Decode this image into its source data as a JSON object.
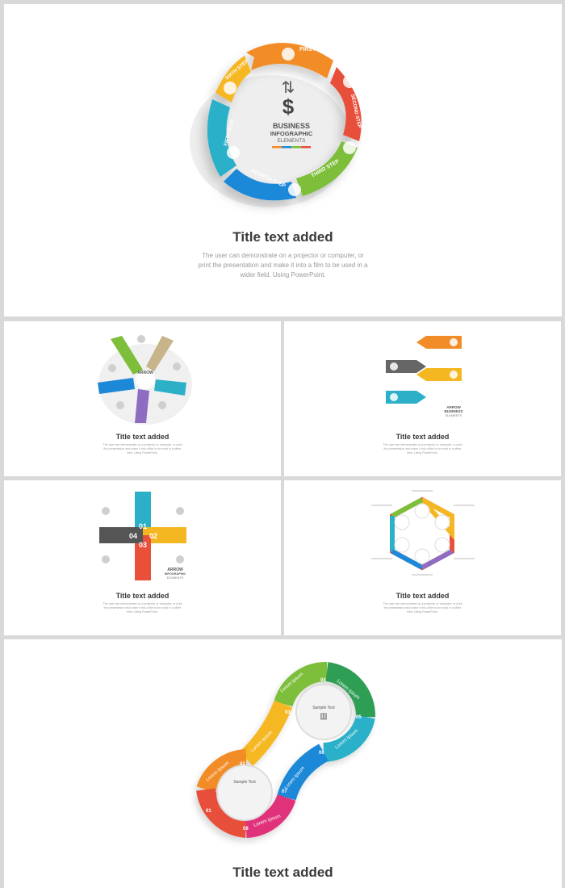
{
  "slides": [
    {
      "title": "Title text added",
      "description": "The user can demonstrate on a projector or computer, or print the presentation and make it into a film to be used in a wider field. Using PowerPoint.",
      "center": {
        "line1": "BUSINESS",
        "line2": "INFOGRAPHIC",
        "line3": "ELEMENTS"
      },
      "steps": [
        "FIRST STEP",
        "SECOND STEP",
        "THIRD STEP",
        "FOURTH STEP",
        "FIFTH STEP",
        "SIXTH STEP"
      ]
    },
    {
      "title": "Title text added",
      "description": "The user can demonstrate on a projector or computer, or print the presentation and make it into a film to be used in a wider field. Using PowerPoint.",
      "center": "ARROW"
    },
    {
      "title": "Title text added",
      "description": "The user can demonstrate on a projector or computer, or print the presentation and make it into a film to be used in a wider field. Using PowerPoint.",
      "center": {
        "line1": "ARROW",
        "line2": "BUSINESS",
        "line3": "ELEMENTS"
      }
    },
    {
      "title": "Title text added",
      "description": "The user can demonstrate on a projector or computer, or print the presentation and make it into a film to be used in a wider field. Using PowerPoint.",
      "numbers": [
        "01",
        "02",
        "03",
        "04"
      ],
      "center": {
        "line1": "ARROW",
        "line2": "INFOGRAPHIC",
        "line3": "ELEMENTS"
      }
    },
    {
      "title": "Title text added",
      "description": "The user can demonstrate on a projector or computer, or print the presentation and make it into a film to be used in a wider field. Using PowerPoint."
    },
    {
      "title": "Title text added",
      "segment_label": "Lorem Ipsum",
      "numbers": [
        "01",
        "02",
        "03",
        "04",
        "05",
        "06",
        "07",
        "08"
      ],
      "center_top": "Sample Text",
      "center_bottom": "Sample Text"
    }
  ],
  "colors": {
    "orange": "#F28C28",
    "red": "#E8503A",
    "green": "#7DBE3A",
    "blue": "#1E88D8",
    "teal": "#2BB0C8",
    "yellow": "#F5B721",
    "purple": "#8E6CC1",
    "olive": "#A8B060",
    "tan": "#C8B48A",
    "gray": "#666666",
    "magenta": "#E0337A",
    "dgreen": "#2E9E55"
  }
}
